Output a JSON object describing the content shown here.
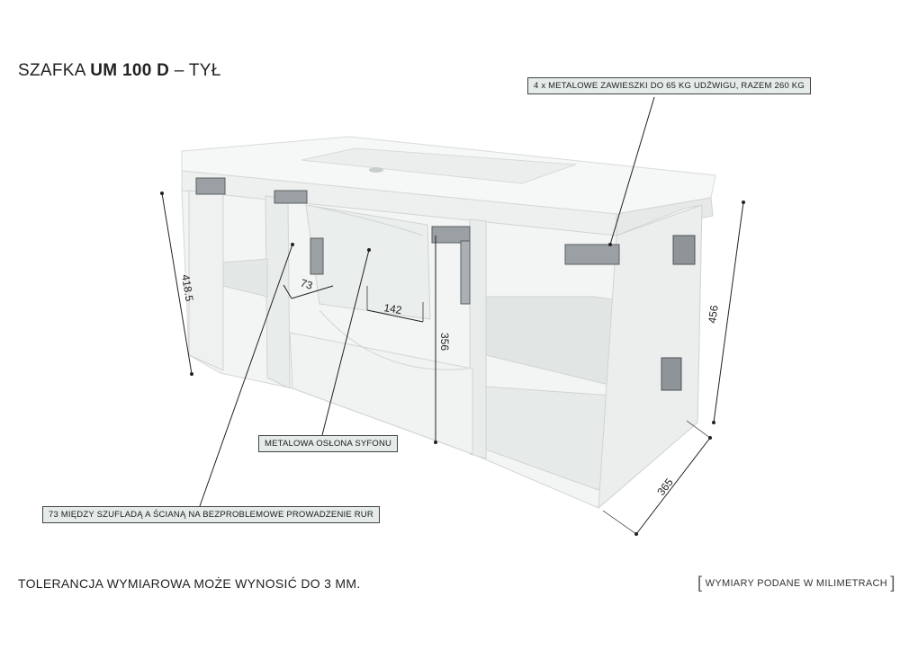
{
  "title": {
    "prefix": "SZAFKA ",
    "model": "UM 100 D",
    "suffix": " – TYŁ"
  },
  "callouts": {
    "hangers": "4 x METALOWE ZAWIESZKI DO 65 KG UDŹWIGU, RAZEM 260 KG",
    "siphon": "METALOWA OSŁONA SYFONU",
    "gap": "73 MIĘDZY SZUFLADĄ A ŚCIANĄ NA BEZPROBLEMOWE PROWADZENIE RUR"
  },
  "dimensions": {
    "left_height": "418.5",
    "right_height": "456",
    "depth": "365",
    "gap": "73",
    "siphon_width": "142",
    "siphon_height": "356"
  },
  "footer": {
    "tolerance": "TOLERANCJA WYMIAROWA MOŻE WYNOSIĆ DO 3 MM.",
    "units": "WYMIARY PODANE W MILIMETRACH",
    "bracket_open": "[",
    "bracket_close": "]"
  }
}
